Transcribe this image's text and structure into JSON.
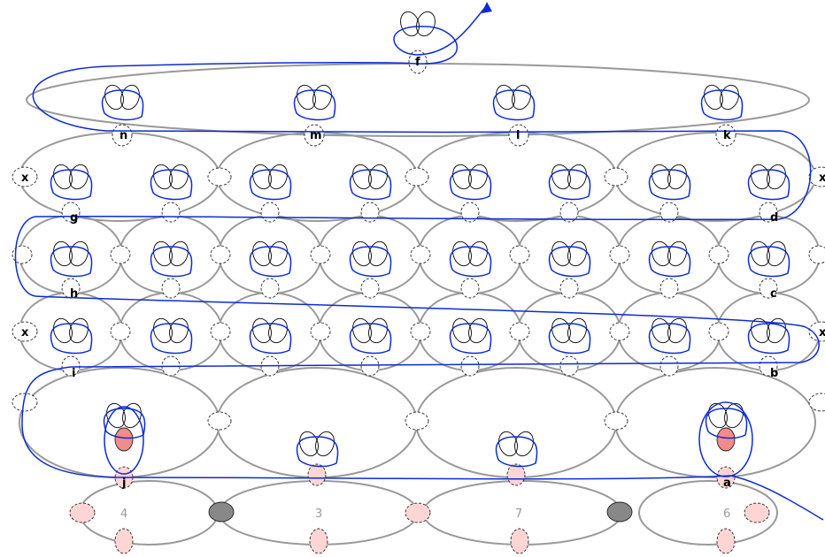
{
  "diagram": {
    "node_labels": {
      "f": "f",
      "n": "n",
      "m": "m",
      "l": "l",
      "k": "k",
      "x": "x",
      "g": "g",
      "d": "d",
      "h": "h",
      "c": "c",
      "i": "i",
      "b": "b",
      "j": "j",
      "a": "a"
    },
    "bottom_numbers": [
      "4",
      "3",
      "7",
      "6"
    ],
    "colors": {
      "loop_gray": "#999999",
      "curve_blue": "#0b2bd6",
      "node_fill": "#ffffff",
      "pink_node": "#fdd5d5",
      "red_node": "#f28b8b",
      "dark_node": "#888888",
      "leaf": "#000000"
    }
  }
}
